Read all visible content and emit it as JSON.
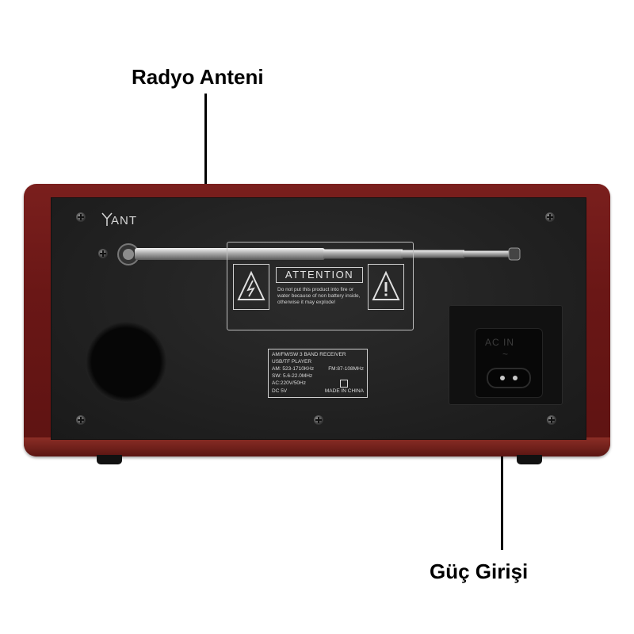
{
  "callouts": {
    "antenna": "Radyo Anteni",
    "power": "Güç Girişi"
  },
  "panel": {
    "ant_label": "ANT",
    "attention": {
      "title": "ATTENTION",
      "text": "Do not put this product into fire or water because of non battery inside, otherwise it may explode!"
    },
    "spec_label": {
      "title": "AM/FM/SW 3 BAND RECEIVER USB/TF PLAYER",
      "am": "AM: 523-1710KHz",
      "fm": "FM:87-108MHz",
      "sw": "SW: 5.6-22.0MHz",
      "ac": "AC:220V/50Hz",
      "dc": "DC 5V",
      "made": "MADE IN CHINA"
    },
    "ac_in": {
      "label": "AC IN",
      "symbol": "~"
    }
  },
  "colors": {
    "wood": "#6a1716",
    "panel": "#1f1f1f",
    "label_text": "#000000"
  }
}
